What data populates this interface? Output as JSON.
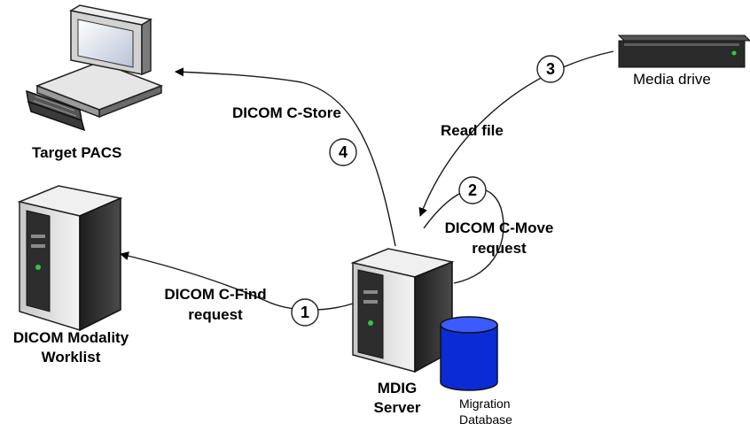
{
  "nodes": {
    "target_pacs": {
      "label": "Target PACS"
    },
    "media_drive": {
      "label": "Media drive"
    },
    "worklist": {
      "label_line1": "DICOM Modality",
      "label_line2": "Worklist"
    },
    "mdig": {
      "label_line1": "MDIG",
      "label_line2": "Server"
    },
    "migration_db": {
      "label_line1": "Migration",
      "label_line2": "Database"
    }
  },
  "edges": {
    "c_store": {
      "step": "4",
      "label": "DICOM C-Store"
    },
    "read_file": {
      "step": "3",
      "label": "Read file"
    },
    "c_move": {
      "step": "2",
      "label_line1": "DICOM C-Move",
      "label_line2": "request"
    },
    "c_find": {
      "step": "1",
      "label_line1": "DICOM C-Find",
      "label_line2": "request"
    }
  },
  "colors": {
    "database_fill": "#0a2bd6",
    "line": "#1a1a1a",
    "server_body": "#d9d9d9"
  },
  "icons": [
    "computer-icon",
    "server-icon",
    "database-icon",
    "media-drive-icon"
  ]
}
